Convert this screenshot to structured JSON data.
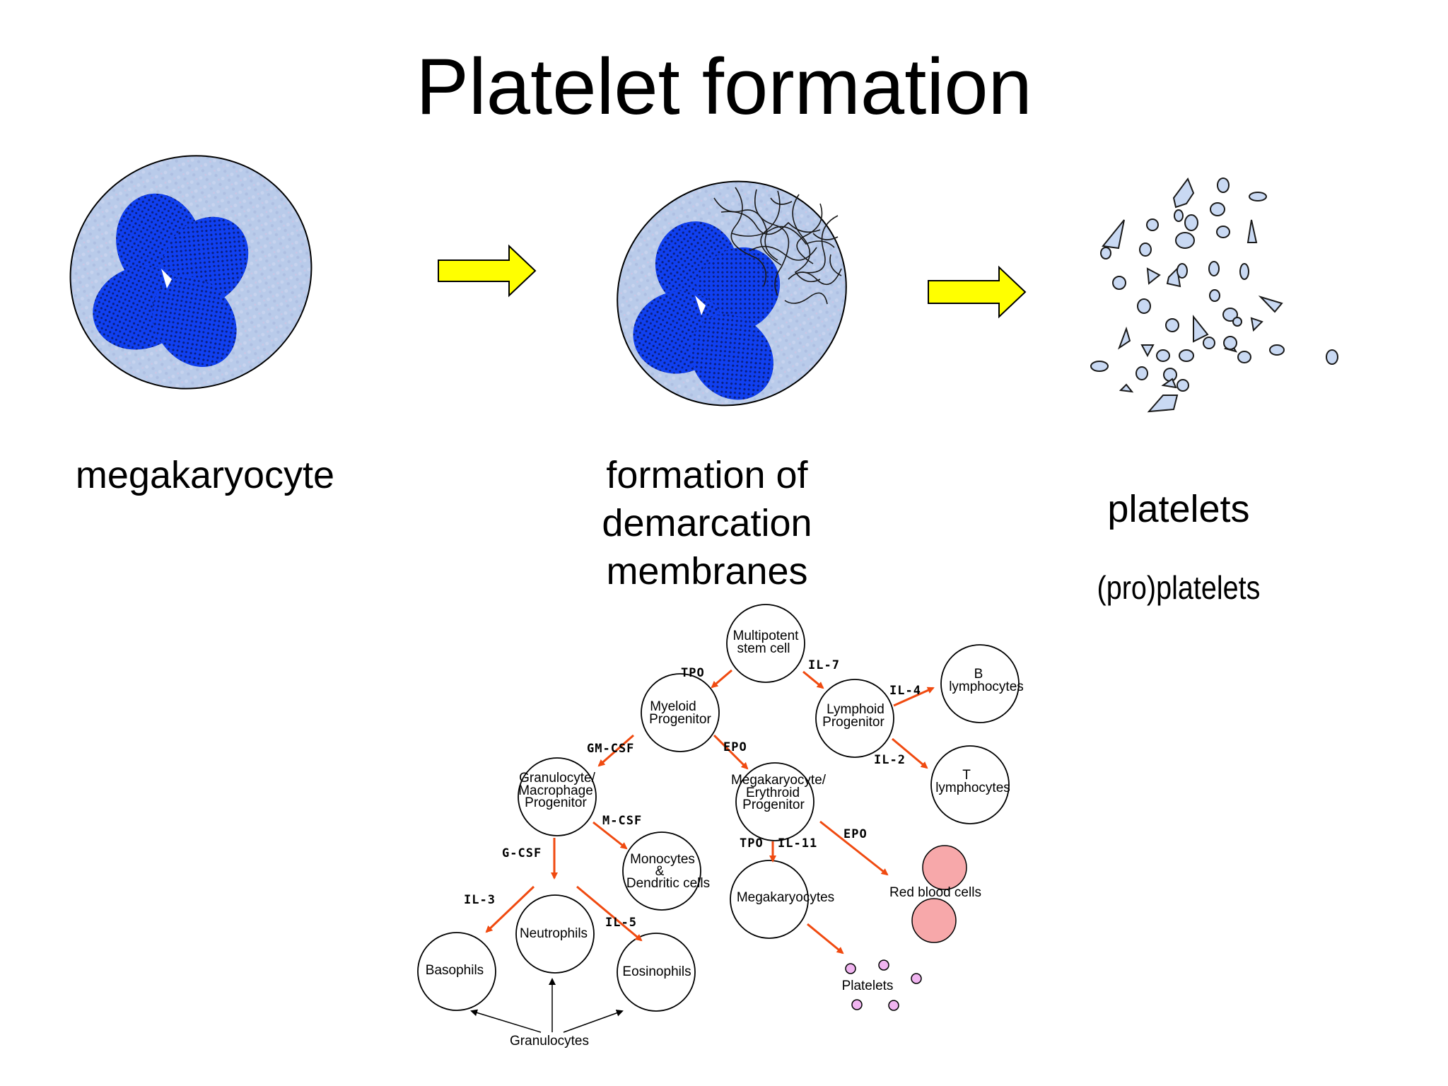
{
  "title": "Platelet formation",
  "illustration": {
    "captions": {
      "megakaryocyte": "megakaryocyte",
      "demarcation": [
        "formation of",
        "demarcation",
        "membranes"
      ],
      "platelets": "platelets",
      "proplatelets": "(pro)platelets"
    },
    "colors": {
      "cytoplasm": "#b9cbea",
      "nucleus": "#1040f0",
      "arrow_fill": "#ffff00",
      "platelet_fill": "#c9d9f3"
    }
  },
  "hematopoiesis": {
    "nodes": {
      "multipotent": [
        "Multipotent",
        "stem cell"
      ],
      "myeloid": [
        "Myeloid",
        "Progenitor"
      ],
      "lymphoid": [
        "Lymphoid",
        "Progenitor"
      ],
      "b_lymph": [
        "B",
        "lymphocytes"
      ],
      "t_lymph": [
        "T",
        "lymphocytes"
      ],
      "granulocyte_macrophage": [
        "Granulocyte/",
        "Macrophage",
        "Progenitor"
      ],
      "mk_erythroid": [
        "Megakaryocyte/",
        "Erythroid",
        "Progenitor"
      ],
      "monocytes": [
        "Monocytes",
        "&",
        "Dendritic cells"
      ],
      "megakaryocytes": "Megakaryocytes",
      "red_blood_cells": "Red blood cells",
      "basophils": "Basophils",
      "neutrophils": "Neutrophils",
      "eosinophils": "Eosinophils",
      "platelets": "Platelets",
      "granulocytes": "Granulocytes"
    },
    "factors": {
      "tpo_1": "TPO",
      "il7": "IL-7",
      "il4": "IL-4",
      "il2": "IL-2",
      "gm_csf": "GM-CSF",
      "epo_1": "EPO",
      "m_csf": "M-CSF",
      "tpo_2": "TPO",
      "il11": "IL-11",
      "epo_2": "EPO",
      "g_csf": "G-CSF",
      "il3": "IL-3",
      "il5": "IL-5"
    },
    "colors": {
      "arrow": "#f04a10",
      "rbc_fill": "#f7a8aa",
      "platelet_dot_fill": "#f0b4f0"
    }
  }
}
